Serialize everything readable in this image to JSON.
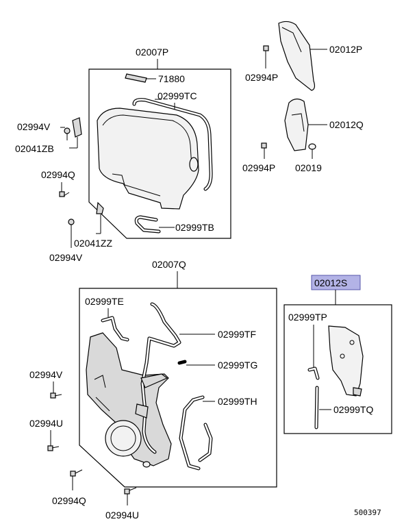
{
  "labels": {
    "p02007P": "02007P",
    "p71880": "71880",
    "p02999TC": "02999TC",
    "p02994V_a": "02994V",
    "p02041ZB": "02041ZB",
    "p02994Q_a": "02994Q",
    "p02041ZZ": "02041ZZ",
    "p02994V_b": "02994V",
    "p02999TB": "02999TB",
    "p02012P": "02012P",
    "p02994P_a": "02994P",
    "p02012Q": "02012Q",
    "p02994P_b": "02994P",
    "p02019": "02019",
    "p02007Q": "02007Q",
    "p02999TE": "02999TE",
    "p02999TF": "02999TF",
    "p02999TG": "02999TG",
    "p02999TH": "02999TH",
    "p02994V_c": "02994V",
    "p02994U_a": "02994U",
    "p02994Q_b": "02994Q",
    "p02994U_b": "02994U",
    "p02012S": "02012S",
    "p02999TP": "02999TP",
    "p02999TQ": "02999TQ",
    "diagram_id": "500397"
  },
  "colors": {
    "highlight": "#b3b3e6",
    "highlight_border": "#5555aa"
  }
}
